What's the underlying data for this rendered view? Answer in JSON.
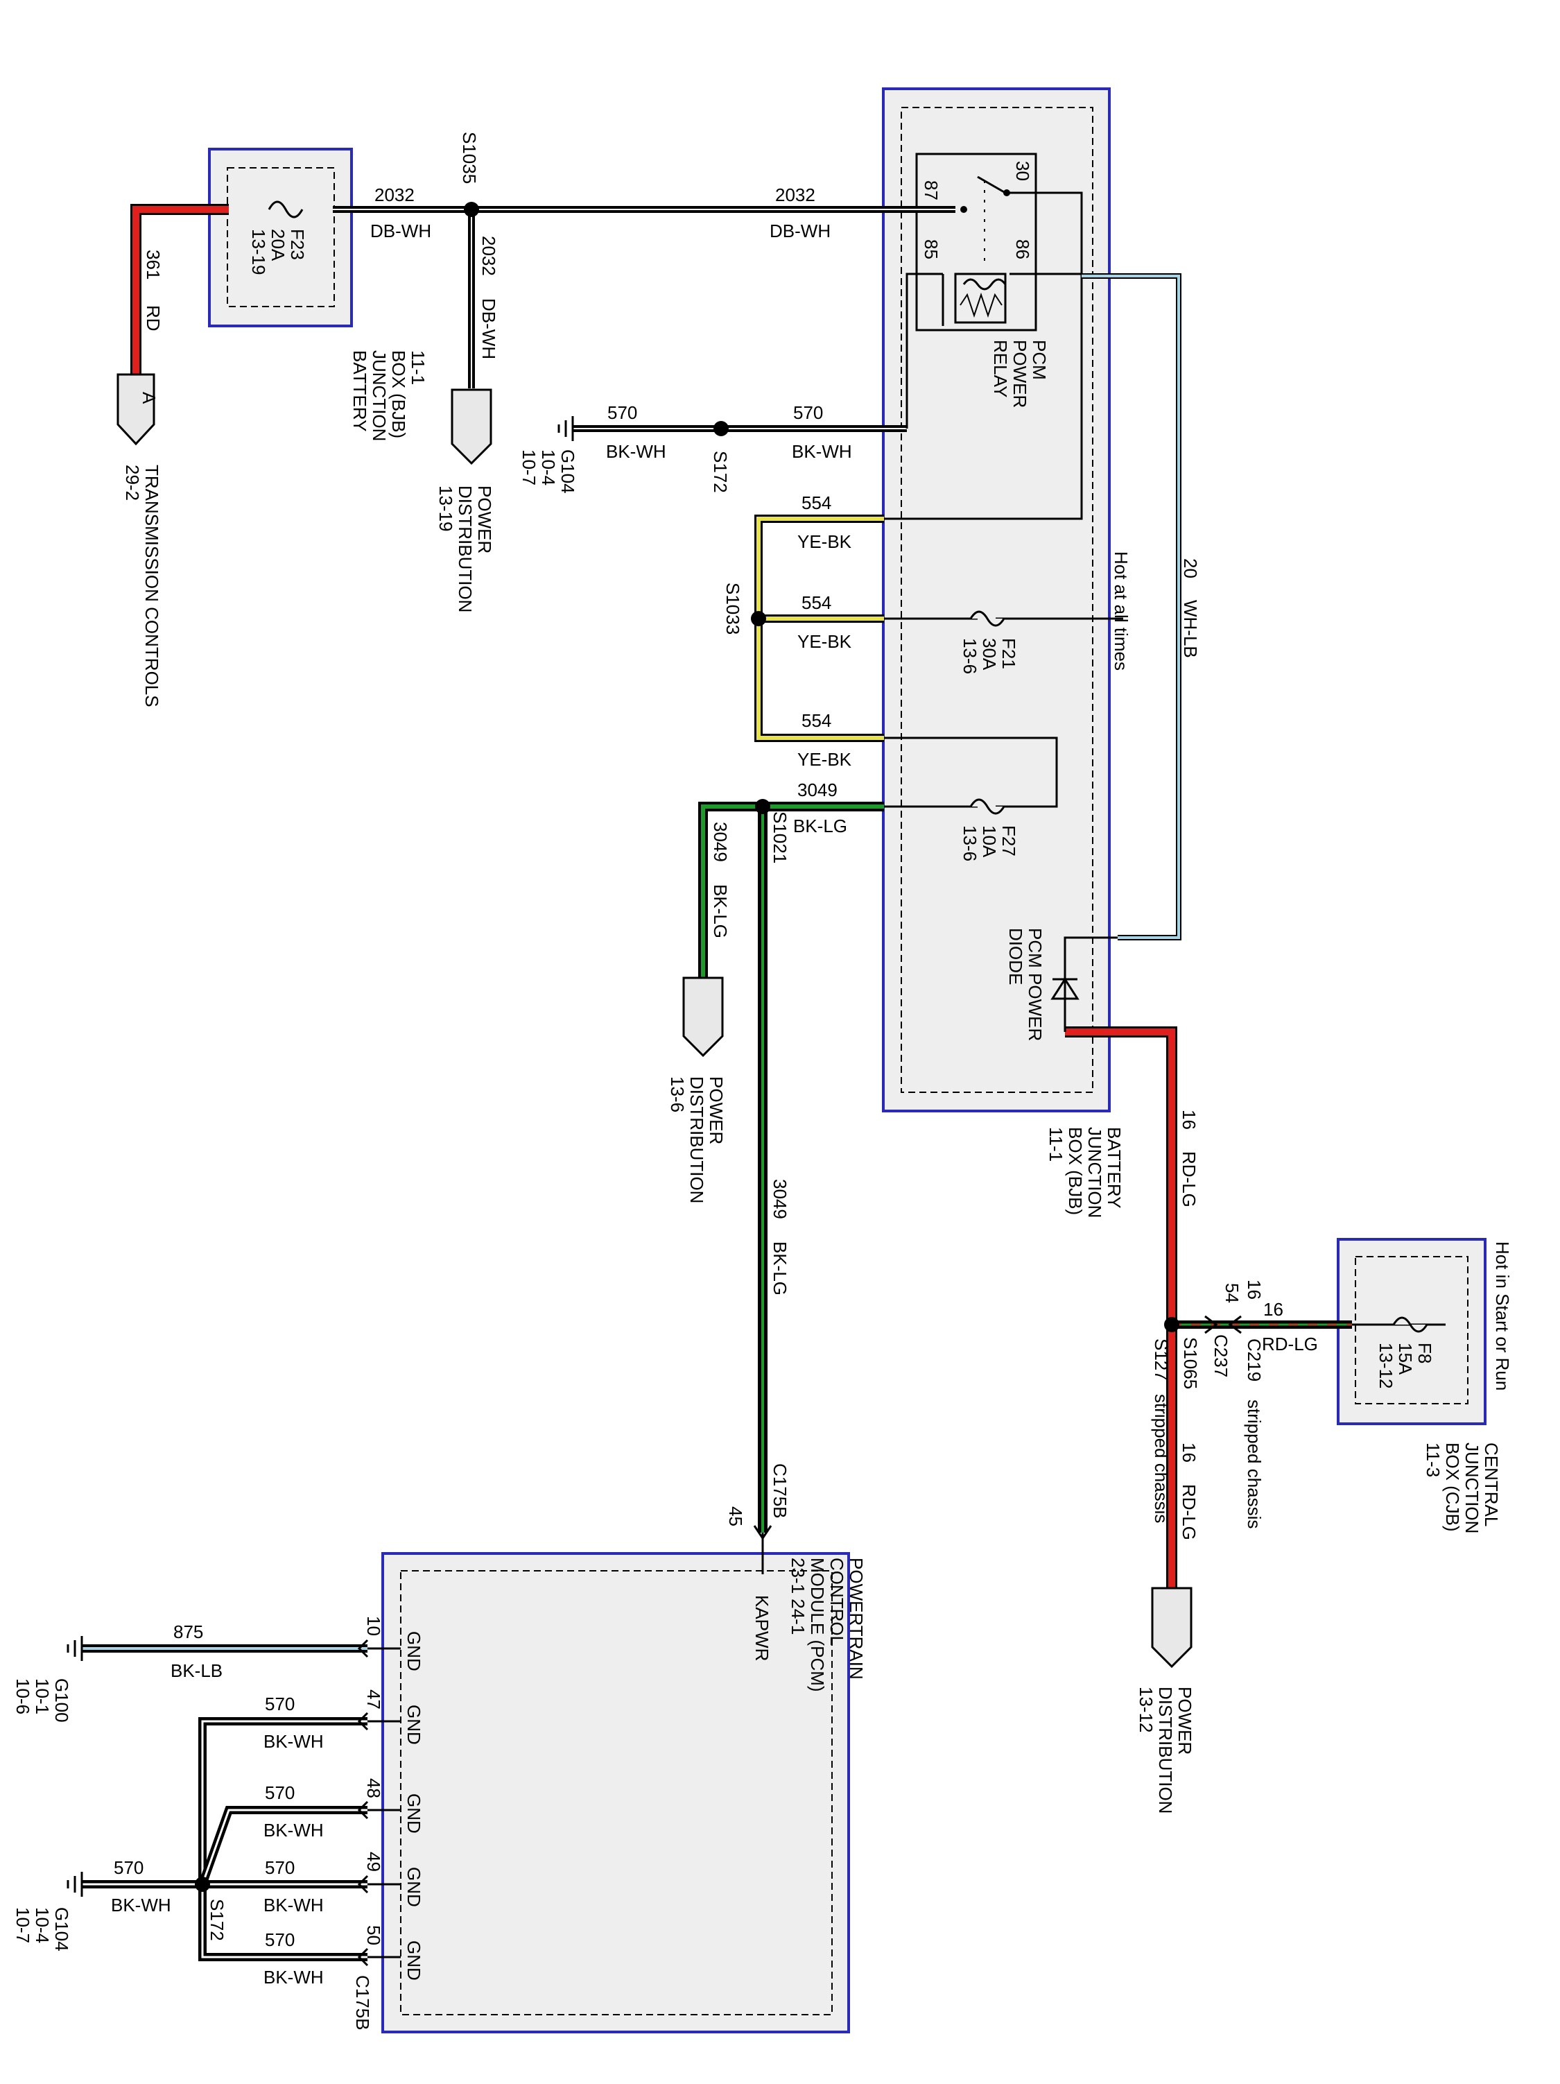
{
  "colors": {
    "red": "#e0201c",
    "black": "#000000",
    "yellow": "#e8e34a",
    "green": "#1e9a2a",
    "light_blue": "#a9d4e6",
    "blue_border": "#2a2ab8",
    "box_fill": "#eeeeee"
  },
  "bjb_left": {
    "fuse": "F23",
    "amps": "20A",
    "ref": "13-19",
    "name_lines": [
      "BATTERY",
      "JUNCTION",
      "BOX (BJB)",
      "11-1"
    ]
  },
  "wire_361": {
    "circuit": "361",
    "color": "RD"
  },
  "connector_a": {
    "letter": "A",
    "label_lines": [
      "TRANSMISSION CONTROLS",
      "29-2"
    ]
  },
  "s1035": {
    "label": "S1035"
  },
  "wire_2032": {
    "circuit": "2032",
    "color": "DB-WH"
  },
  "power_dist_1319": {
    "label_lines": [
      "POWER",
      "DISTRIBUTION",
      "13-19"
    ]
  },
  "g104_top": {
    "label_lines": [
      "G104",
      "10-4",
      "10-7"
    ]
  },
  "wire_570": {
    "circuit": "570",
    "color": "BK-WH"
  },
  "s172": {
    "label": "S172"
  },
  "relay": {
    "pins": [
      "30",
      "87",
      "85",
      "86"
    ],
    "name_lines": [
      "PCM",
      "POWER",
      "RELAY"
    ]
  },
  "wire_554": {
    "circuit": "554",
    "color": "YE-BK"
  },
  "s1033": {
    "label": "S1033"
  },
  "f21": {
    "fuse": "F21",
    "amps": "30A",
    "ref": "13-6"
  },
  "hot_at_all_times": "Hot at all times",
  "wire_20": {
    "circuit": "20",
    "color": "WH-LB"
  },
  "wire_3049": {
    "circuit": "3049",
    "color": "BK-LG"
  },
  "s1021": {
    "label": "S1021"
  },
  "f27": {
    "fuse": "F27",
    "amps": "10A",
    "ref": "13-6"
  },
  "power_dist_136": {
    "label_lines": [
      "POWER",
      "DISTRIBUTION",
      "13-6"
    ]
  },
  "diode": {
    "name_lines": [
      "PCM POWER",
      "DIODE"
    ]
  },
  "bjb_right": {
    "name_lines": [
      "BATTERY",
      "JUNCTION",
      "BOX (BJB)",
      "11-1"
    ]
  },
  "wire_16": {
    "circuit": "16",
    "color": "RD-LG"
  },
  "cjb": {
    "fuse": "F8",
    "amps": "15A",
    "ref": "13-12",
    "hot_label": "Hot in Start or Run",
    "name_lines": [
      "CENTRAL",
      "JUNCTION",
      "BOX (CJB)",
      "11-3"
    ]
  },
  "s1065": {
    "label": "S1065"
  },
  "c219": {
    "pin": "16",
    "connector": "C219",
    "note": "stripped chassis"
  },
  "c237": {
    "pin": "54",
    "connector": "C237"
  },
  "s127": {
    "label": "S127",
    "note": "stripped chassis"
  },
  "power_dist_1312": {
    "label_lines": [
      "POWER",
      "DISTRIBUTION",
      "13-12"
    ]
  },
  "c175b_top": {
    "connector": "C175B",
    "pin": "45"
  },
  "pcm": {
    "name_lines": [
      "POWERTRAIN",
      "CONTROL",
      "MODULE (PCM)",
      "23-1    24-1"
    ],
    "kapwr": "KAPWR",
    "gnd": "GND"
  },
  "wire_875": {
    "circuit": "875",
    "color": "BK-LB"
  },
  "g100": {
    "label_lines": [
      "G100",
      "10-1",
      "10-6"
    ]
  },
  "pcm_pins": [
    "10",
    "47",
    "48",
    "49",
    "50"
  ],
  "c175b_bottom": {
    "connector": "C175B"
  },
  "g104_bottom": {
    "label_lines": [
      "G104",
      "10-4",
      "10-7"
    ]
  },
  "s172_bottom": {
    "label": "S172"
  }
}
